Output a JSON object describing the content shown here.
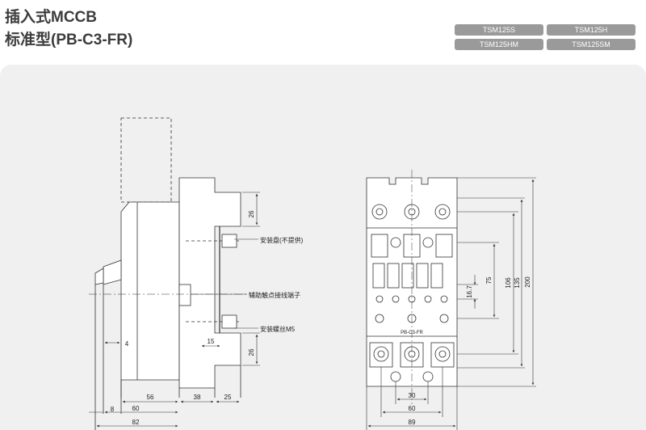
{
  "header": {
    "title_line1": "插入式MCCB",
    "title_line2": "标准型(PB-C3-FR)"
  },
  "models": [
    "TSM125S",
    "TSM125H",
    "TSM125HM",
    "TSM125SM"
  ],
  "side_view": {
    "callouts": {
      "mounting_plate": "安装盘(不提供)",
      "aux_terminal": "辅助触点接线端子",
      "mounting_screw": "安装螺丝M5"
    },
    "dims": {
      "top_26": "26",
      "bottom_26": "26",
      "d4": "4",
      "d15": "15",
      "d56": "56",
      "d38": "38",
      "d25": "25",
      "d8": "8",
      "d60": "60",
      "d82": "82"
    }
  },
  "front_view": {
    "label": "PB-C3-FR",
    "dims": {
      "d16_7": "16.7",
      "d75": "75",
      "d106": "106",
      "d135": "135",
      "d200": "200",
      "d30": "30",
      "d60": "60",
      "d89": "89"
    }
  }
}
